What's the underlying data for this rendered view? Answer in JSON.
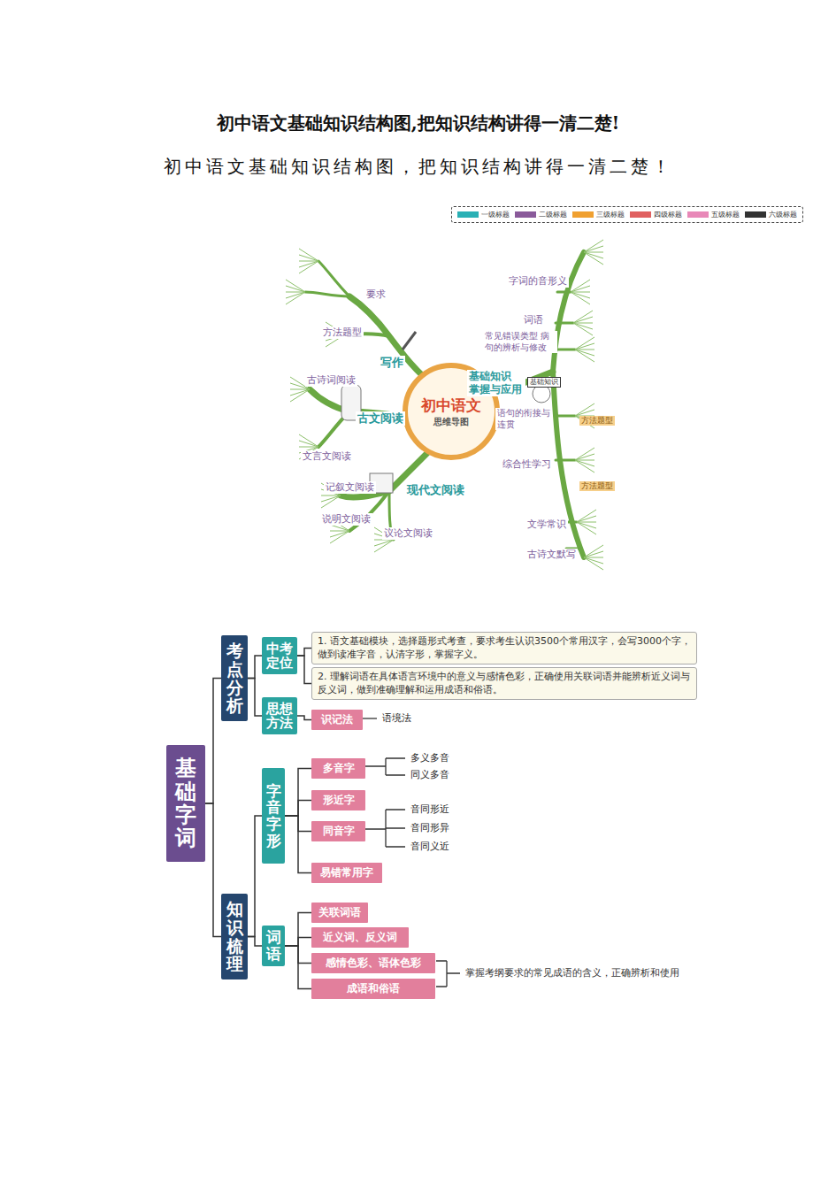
{
  "diagram": {
    "title": "初中语文基础知识结构图,把知识结构讲得一清二楚!",
    "nodes": [
      {
        "text": [
          "初中语文",
          "思维导图"
        ]
      },
      {
        "text": [
          "基础字词"
        ]
      },
      {
        "text": [
          "考点分析"
        ]
      },
      {
        "text": [
          "中考定位"
        ]
      },
      {
        "text": [
          "1. 语文基础模块，选择题形式考查，要求考生认识3500个常用汉字，会写3000个字，做到读准字音，认清字形，掌握字义。"
        ]
      },
      {
        "text": [
          "2. 理解词语在具体语言环境中的意义与感情色彩，正确使用关联词语并能辨析近义词与反义词，做到准确理解和运用成语和俗语。"
        ]
      },
      {
        "text": [
          "思想方法"
        ]
      },
      {
        "text": [
          "识记法"
        ]
      },
      {
        "text": [
          "知识梳理"
        ]
      },
      {
        "text": [
          "字音字形"
        ]
      },
      {
        "text": [
          "多音字"
        ]
      },
      {
        "text": [
          "形近字"
        ]
      },
      {
        "text": [
          "同音字"
        ]
      },
      {
        "text": [
          "易错常用字"
        ]
      },
      {
        "text": [
          "词语"
        ]
      },
      {
        "text": [
          "关联词语"
        ]
      },
      {
        "text": [
          "近义词、反义词"
        ]
      },
      {
        "text": [
          "感情色彩、语体色彩"
        ]
      },
      {
        "text": [
          "成语和俗语"
        ]
      }
    ],
    "edges": [
      {
        "from": 1,
        "to": 2,
        "arrow": "none"
      },
      {
        "from": 1,
        "to": 8,
        "arrow": "none"
      },
      {
        "from": 2,
        "to": 3,
        "arrow": "none"
      },
      {
        "from": 2,
        "to": 6,
        "arrow": "none"
      },
      {
        "from": 3,
        "to": 4,
        "arrow": "none"
      },
      {
        "from": 3,
        "to": 5,
        "arrow": "none"
      },
      {
        "from": 6,
        "to": 7,
        "arrow": "none"
      },
      {
        "from": 8,
        "to": 9,
        "arrow": "none"
      },
      {
        "from": 8,
        "to": 14,
        "arrow": "none"
      },
      {
        "from": 9,
        "to": 10,
        "arrow": "none"
      },
      {
        "from": 9,
        "to": 11,
        "arrow": "none"
      },
      {
        "from": 9,
        "to": 12,
        "arrow": "none"
      },
      {
        "from": 9,
        "to": 13,
        "arrow": "none"
      },
      {
        "from": 14,
        "to": 15,
        "arrow": "none"
      },
      {
        "from": 14,
        "to": 16,
        "arrow": "none"
      },
      {
        "from": 14,
        "to": 17,
        "arrow": "none"
      },
      {
        "from": 14,
        "to": 18,
        "arrow": "none"
      }
    ],
    "labels": [
      "初中语文基础知识结构图，把知识结构讲得一清二楚！",
      "写作",
      "要求",
      "方法题型",
      "古文阅读",
      "古诗词阅读",
      "文言文阅读",
      "现代文阅读",
      "记叙文阅读",
      "说明文阅读",
      "议论文阅读",
      "基础知识 掌握与应用",
      "字词的音形义",
      "词语",
      "常见错误类型 病句的辨析与修改",
      "语句的衔接与连贯",
      "综合性学习",
      "文学常识",
      "古诗文默写",
      "方法题型",
      "方法题型",
      "基础知识",
      "语境法",
      "多义多音",
      "同义多音",
      "音同形近",
      "音同形异",
      "音同义近",
      "掌握考纲要求的常见成语的含义，正确辨析和使用"
    ],
    "legend": [
      {
        "text": "一级标题",
        "color": "#2ab0b5"
      },
      {
        "text": "二级标题",
        "color": "#8a5a9a"
      },
      {
        "text": "三级标题",
        "color": "#f0a030"
      },
      {
        "text": "四级标题",
        "color": "#e06060"
      },
      {
        "text": "五级标题",
        "color": "#e888b8"
      },
      {
        "text": "六级标题",
        "color": "#333333"
      }
    ]
  }
}
